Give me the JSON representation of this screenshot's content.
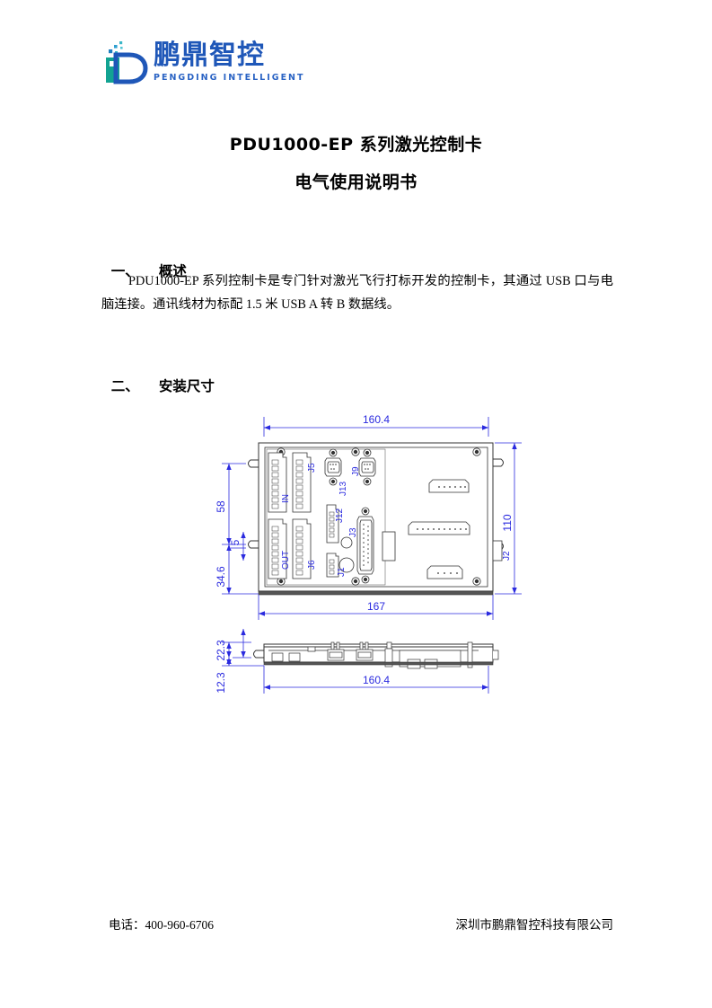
{
  "logo": {
    "icon_name": "pengding-d-logo",
    "cn_name": "鹏鼎智控",
    "en_name": "PENGDING INTELLIGENT",
    "color_teal": "#17a99a",
    "color_blue": "#1f57b8"
  },
  "title": {
    "line1": "PDU1000-EP 系列激光控制卡",
    "line2": "电气使用说明书"
  },
  "sections": [
    {
      "number": "一、",
      "heading": "概述",
      "paragraph": "PDU1000-EP 系列控制卡是专门针对激光飞行打标开发的控制卡，其通过 USB 口与电脑连接。通讯线材为标配 1.5 米 USB A 转 B 数据线。"
    },
    {
      "number": "二、",
      "heading": "安装尺寸"
    }
  ],
  "drawing": {
    "line_color": "#2a2adf",
    "dimensions": {
      "top_width": "160.4",
      "bottom_width": "167",
      "right_height": "110",
      "left_58": "58",
      "left_5": "5",
      "left_34_6": "34.6",
      "side_22_3": "22.3",
      "side_12_3": "12.3",
      "side_width": "160.4"
    },
    "connector_labels": {
      "j5": "J5",
      "j6": "J6",
      "j9": "J9",
      "j13": "J13",
      "j12": "J12",
      "j3": "J3",
      "j1": "J1",
      "j2": "J2",
      "in": "IN",
      "out": "OUT"
    }
  },
  "footer": {
    "phone": "电话：400-960-6706",
    "company": "深圳市鹏鼎智控科技有限公司"
  }
}
